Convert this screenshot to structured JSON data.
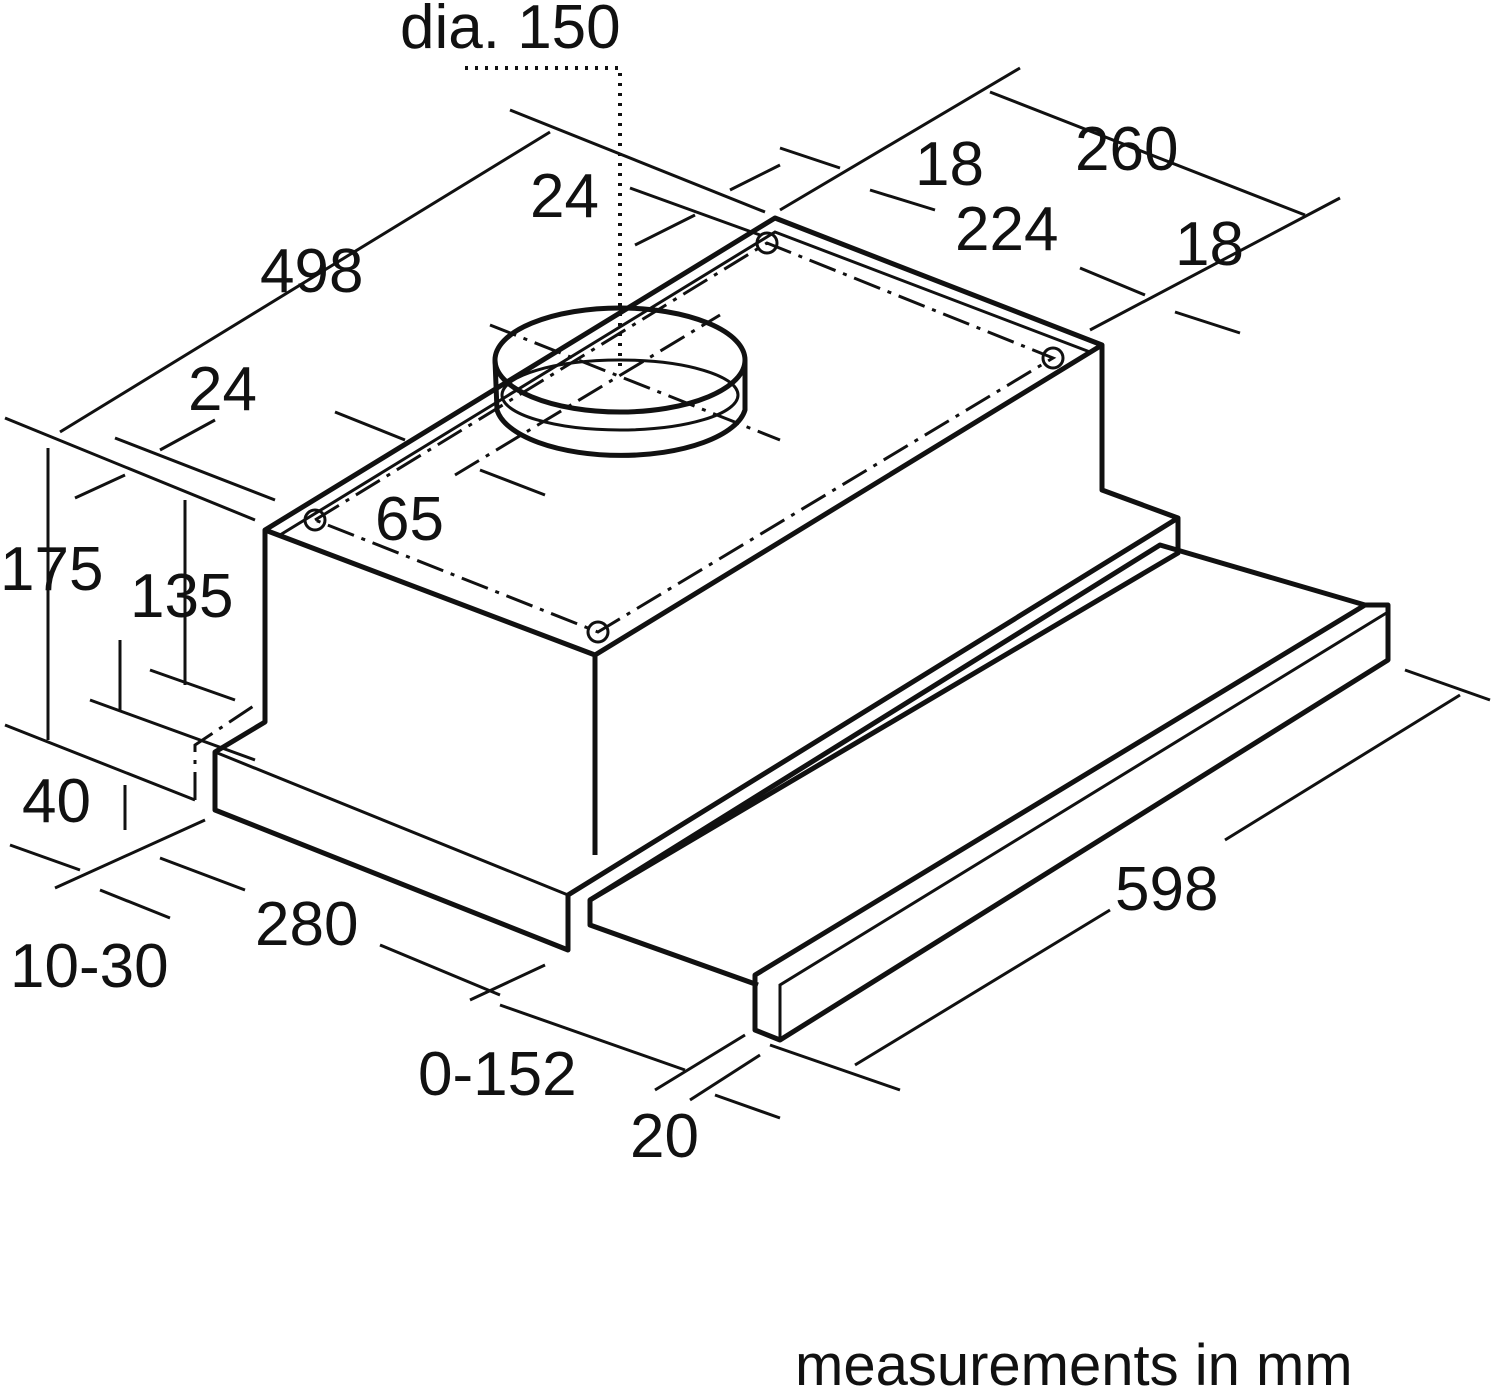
{
  "diagram": {
    "labels": {
      "duct_diameter": "dia. 150",
      "depth_total": "260",
      "top_offset_18": "18",
      "top_offset_24": "24",
      "mount_spacing_depth": "224",
      "right_offset_18": "18",
      "mount_spacing_width": "498",
      "left_offset_24": "24",
      "duct_offset": "65",
      "height_total": "175",
      "height_box": "135",
      "height_base": "40",
      "width_total": "598",
      "base_depth": "280",
      "rear_gap": "10-30",
      "extension": "0-152",
      "front_panel": "20"
    },
    "footer": "measurements in mm"
  }
}
